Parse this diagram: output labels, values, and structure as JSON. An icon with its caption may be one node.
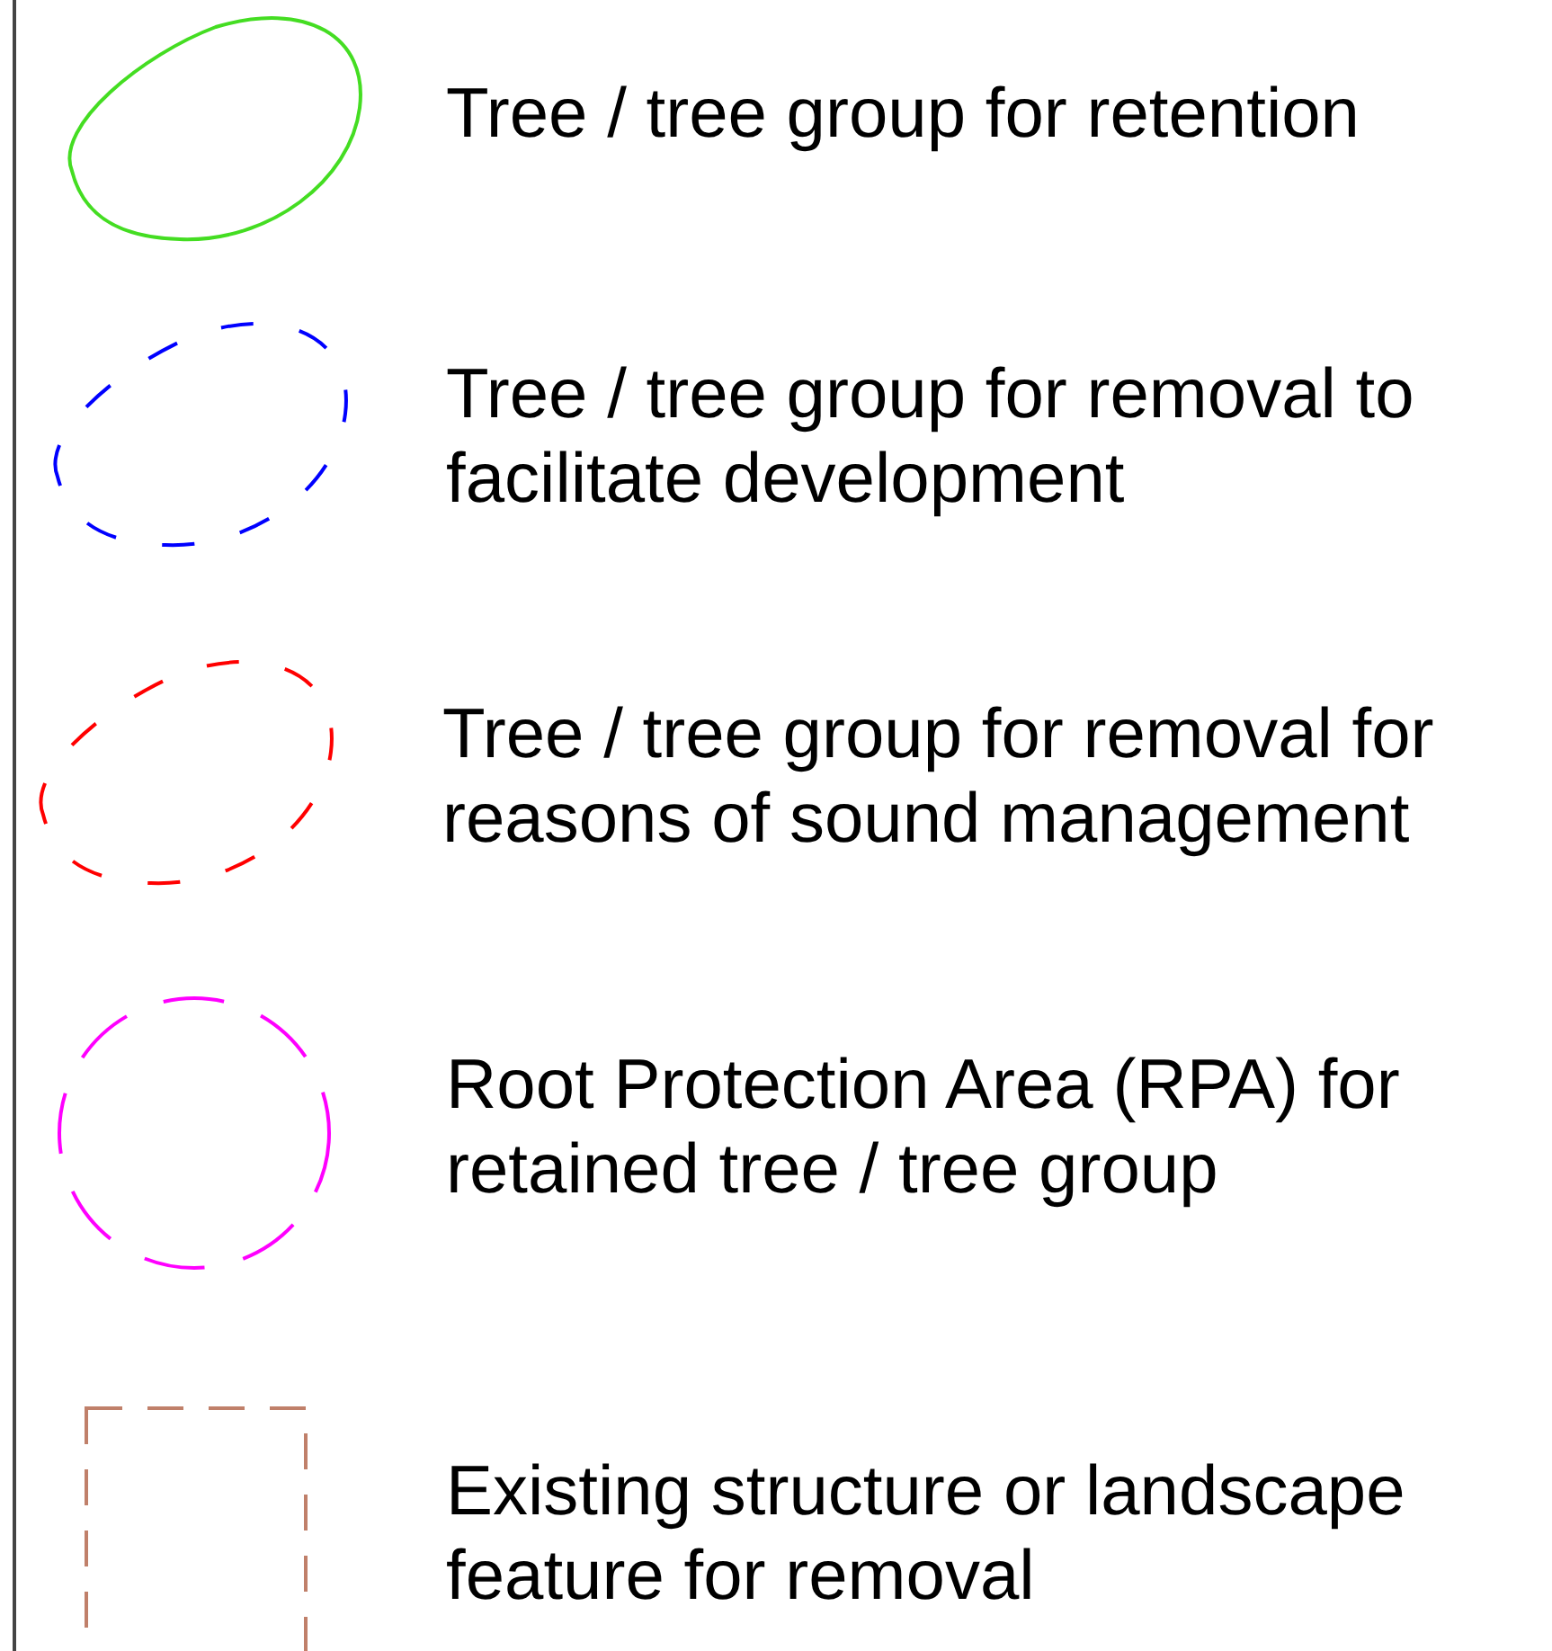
{
  "diagram": {
    "legend": [
      {
        "text": "Tree / tree group for retention"
      },
      {
        "text": "Tree / tree group for removal to facilitate development"
      },
      {
        "text": "Tree / tree group for removal for reasons of sound management"
      },
      {
        "text": "Root Protection Area (RPA) for retained tree / tree group"
      },
      {
        "text": "Existing structure or landscape feature for removal"
      }
    ]
  }
}
